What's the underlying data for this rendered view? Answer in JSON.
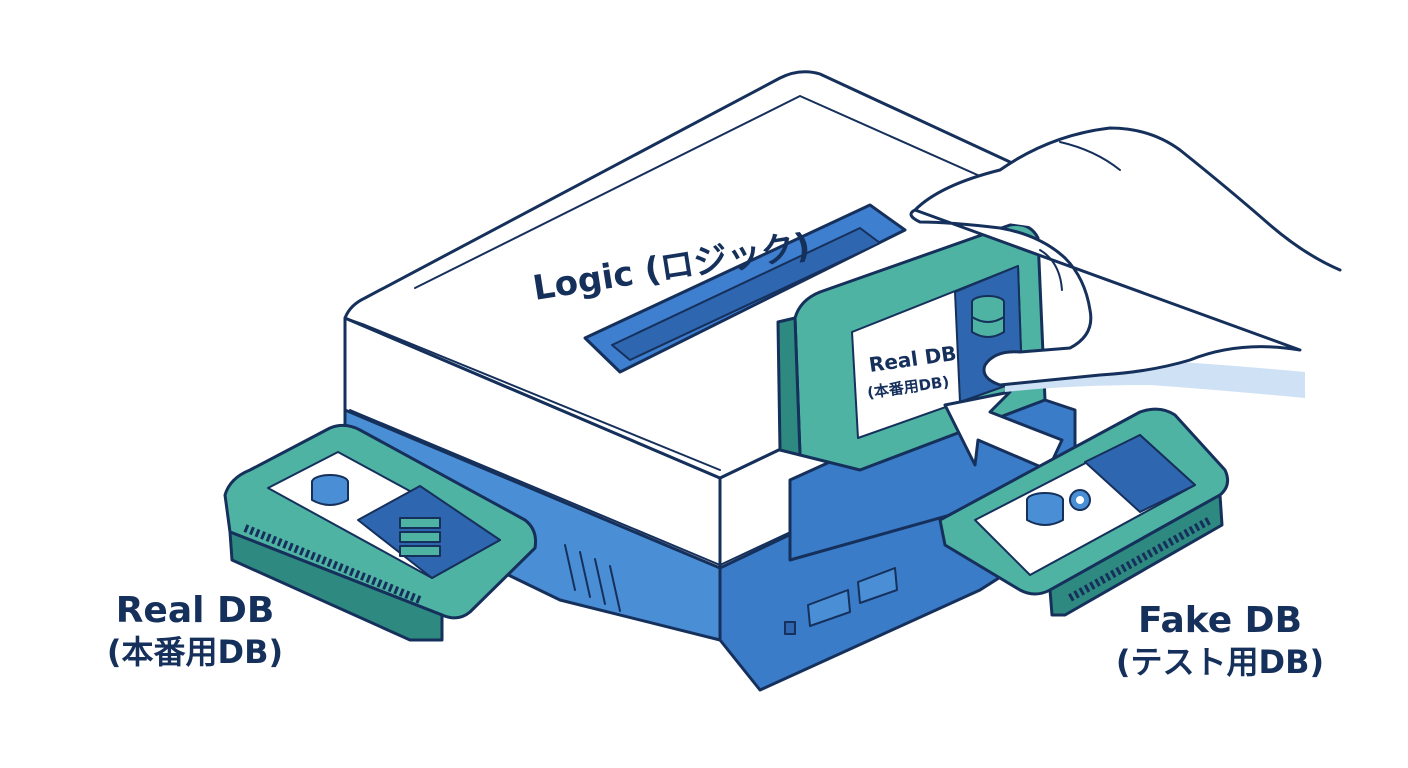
{
  "console": {
    "label": "Logic (ロジック)"
  },
  "cartridges": {
    "inserted": {
      "title": "Real DB",
      "subtitle": "(本番用DB)"
    },
    "left": {
      "title": "Real DB",
      "subtitle": "(本番用DB)"
    },
    "right": {
      "title": "Fake DB",
      "subtitle": "(テスト用DB)"
    }
  },
  "colors": {
    "outline": "#16305c",
    "console_top": "#ffffff",
    "console_base": "#4a8fd6",
    "slot": "#3f7fcf",
    "cartridge": "#4fb3a3",
    "cartridge_dark": "#2e8a80",
    "label_panel": "#ffffff"
  },
  "icons": [
    "database-icon",
    "server-rack-icon",
    "gear-icon",
    "insert-arrow-icon",
    "hand-icon"
  ]
}
